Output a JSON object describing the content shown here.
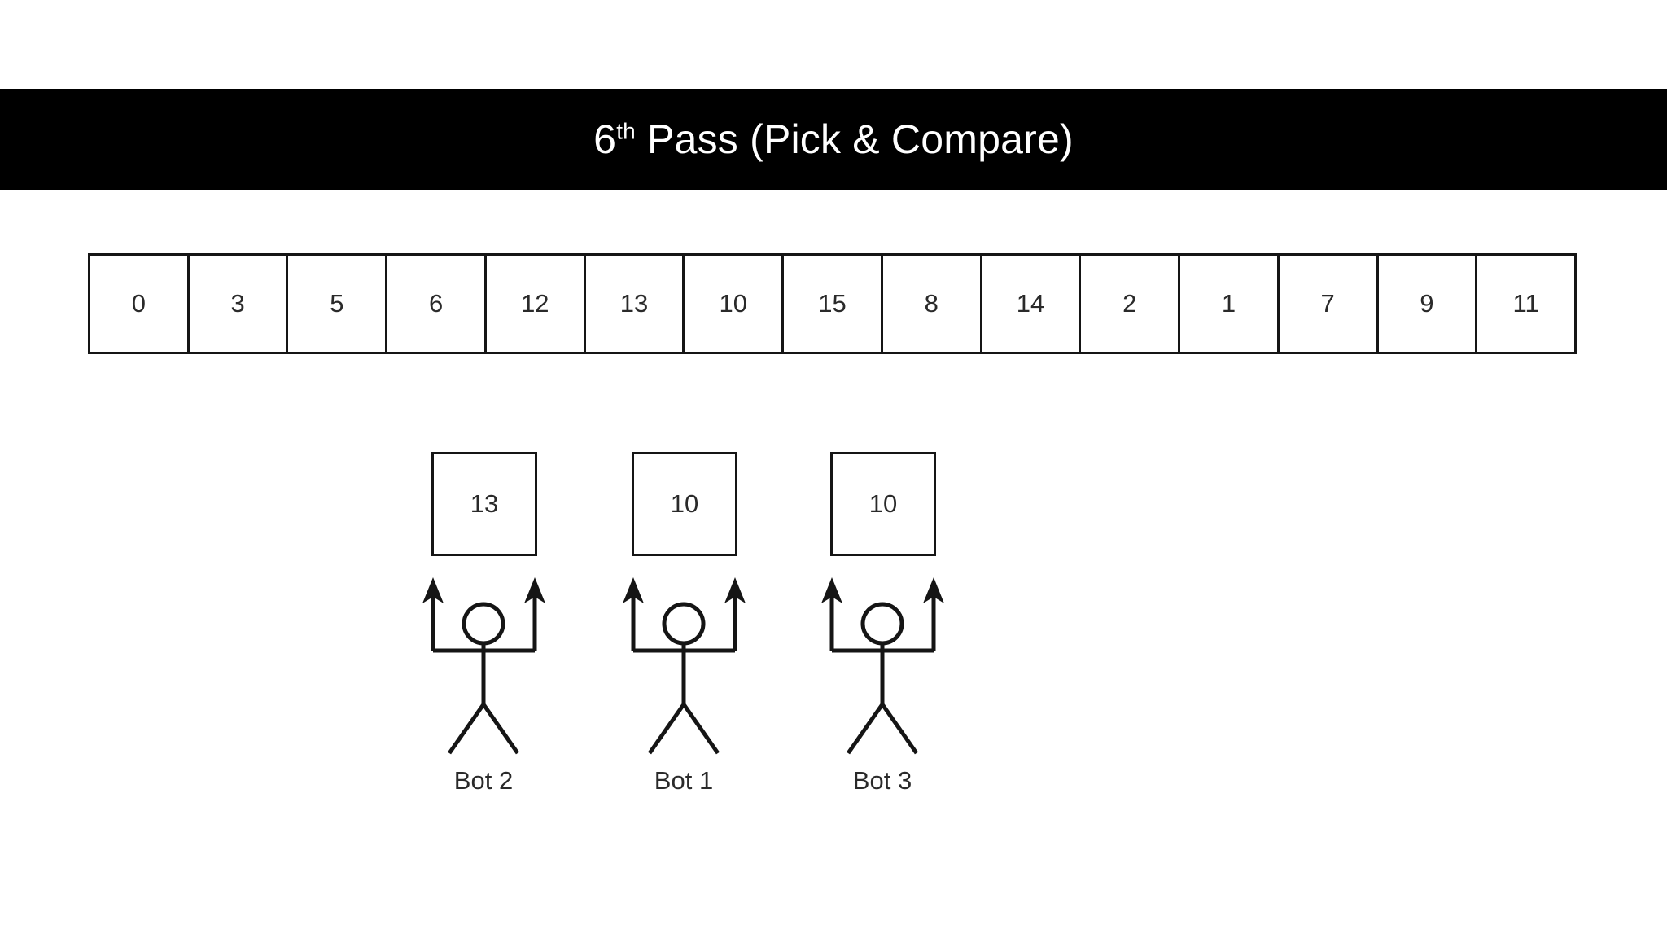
{
  "slide": {
    "background_color": "#ffffff",
    "title_bar": {
      "background_color": "#000000",
      "text_color": "#ffffff",
      "ordinal_number": "6",
      "ordinal_suffix": "th",
      "title_rest": " Pass (Pick & Compare)",
      "full_title": "6th Pass (Pick & Compare)"
    }
  },
  "array": {
    "name": "data-array",
    "cell_count": 15,
    "border_color": "#151515",
    "cells": [
      {
        "index": 0,
        "value": "0"
      },
      {
        "index": 1,
        "value": "3"
      },
      {
        "index": 2,
        "value": "5"
      },
      {
        "index": 3,
        "value": "6"
      },
      {
        "index": 4,
        "value": "12"
      },
      {
        "index": 5,
        "value": "13"
      },
      {
        "index": 6,
        "value": "10"
      },
      {
        "index": 7,
        "value": "15"
      },
      {
        "index": 8,
        "value": "8"
      },
      {
        "index": 9,
        "value": "14"
      },
      {
        "index": 10,
        "value": "2"
      },
      {
        "index": 11,
        "value": "1"
      },
      {
        "index": 12,
        "value": "7"
      },
      {
        "index": 13,
        "value": "9"
      },
      {
        "index": 14,
        "value": "11"
      }
    ]
  },
  "bots": [
    {
      "id": "bot-2",
      "label": "Bot 2",
      "held_value": "13"
    },
    {
      "id": "bot-1",
      "label": "Bot 1",
      "held_value": "10"
    },
    {
      "id": "bot-3",
      "label": "Bot 3",
      "held_value": "10"
    }
  ]
}
